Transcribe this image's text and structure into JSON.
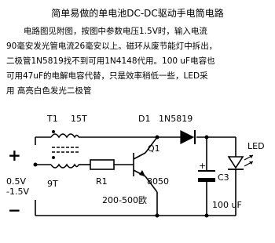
{
  "title": "简单易做的单电池DC-DC驱动手电筒电路",
  "description": [
    "电路图见附图，按图中参数电压1.5V时，输入电流",
    "90毫安发光管电流26毫安以上。磁环从废节能灯中拆出，",
    "二极管1N5819找不到可用1N4148代用。100 uF电容也",
    "可用47uF的电解电容代替，只是效率稍低一些，LED采",
    "用 高亮白色发光二极管"
  ],
  "circuit": {
    "t1_label": "T1",
    "t1_turns": "15T",
    "secondary_turns": "9T",
    "r1_label": "R1",
    "r1_value": "200-500欧",
    "d1_label": "D1",
    "d1_part": "1N5819",
    "q1_label": "Q1",
    "q1_part": "8050",
    "c3_label": "C3",
    "c3_value": "100 uF",
    "led_label": "LED",
    "battery_voltage": "0.5V\n-1.5V",
    "plus_sign": "+",
    "minus_sign": "−",
    "cap_plus_sign": "+"
  }
}
